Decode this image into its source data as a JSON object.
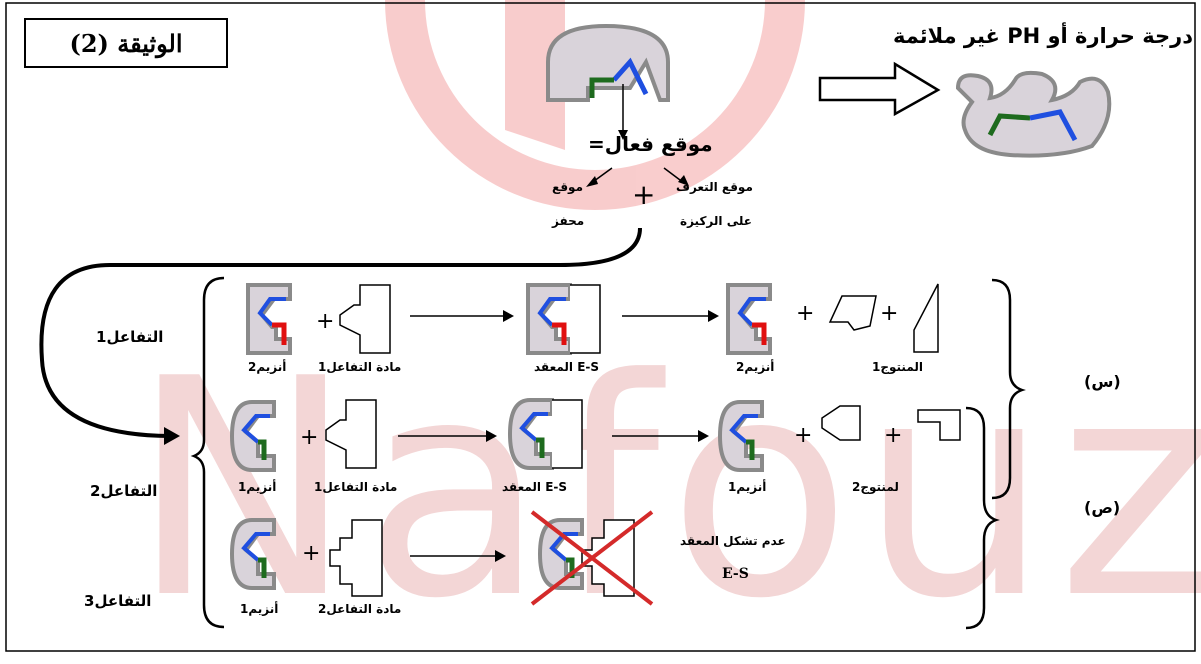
{
  "document": {
    "title": "الوثيقة (2)",
    "condition_text": "درجة حرارة أو PH غير ملائمة",
    "watermark": "Nafouz"
  },
  "active_site": {
    "label": "موقع فعال=",
    "recognition_l1": "موقع التعرف",
    "recognition_l2": "على الركيزة",
    "plus": "+",
    "catalytic_l1": "موقع",
    "catalytic_l2": "محفز"
  },
  "reactions": [
    {
      "label": "التفاعل1",
      "enzyme": "أنزيم2",
      "substrate": "مادة التفاعل1",
      "complex": "E-S المعقد",
      "enzyme_after": "أنزيم2",
      "product": "المنتوج1"
    },
    {
      "label": "التفاعل2",
      "enzyme": "أنزيم1",
      "substrate": "مادة التفاعل1",
      "complex": "E-S المعقد",
      "enzyme_after": "أنزيم1",
      "product": "لمنتوج2"
    },
    {
      "label": "التفاعل3",
      "enzyme": "أنزيم1",
      "substrate": "مادة التفاعل2",
      "no_complex_l1": "عدم تشكل المعقد",
      "no_complex_l2": "E-S"
    }
  ],
  "groups": {
    "s": "(س)",
    "p": "(ص)"
  },
  "colors": {
    "recognition_site": "#1f4fe0",
    "catalytic_site_enzyme1": "#1e6b1e",
    "catalytic_site_enzyme2": "#e01010",
    "cross": "#d42a2a",
    "enzyme_fill": "#d9d3da",
    "enzyme_border": "#8a8a8a",
    "watermark": "#f3d6d6"
  }
}
